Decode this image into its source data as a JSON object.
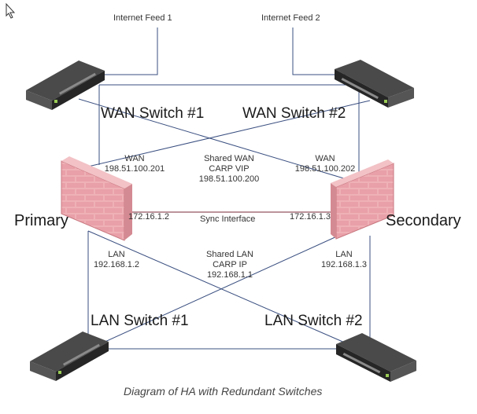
{
  "internet": {
    "feed1": "Internet Feed 1",
    "feed2": "Internet Feed 2"
  },
  "switches": {
    "wan1": "WAN Switch #1",
    "wan2": "WAN Switch #2",
    "lan1": "LAN Switch #1",
    "lan2": "LAN Switch #2"
  },
  "firewalls": {
    "primary": "Primary",
    "secondary": "Secondary"
  },
  "wan": {
    "primary_label": "WAN",
    "primary_ip": "198.51.100.201",
    "secondary_label": "WAN",
    "secondary_ip": "198.51.100.202",
    "shared_line1": "Shared WAN",
    "shared_line2": "CARP VIP",
    "shared_ip": "198.51.100.200"
  },
  "sync": {
    "primary_ip": "172.16.1.2",
    "label": "Sync Interface",
    "secondary_ip": "172.16.1.3"
  },
  "lan": {
    "primary_label": "LAN",
    "primary_ip": "192.168.1.2",
    "secondary_label": "LAN",
    "secondary_ip": "192.168.1.3",
    "shared_line1": "Shared LAN",
    "shared_line2": "CARP IP",
    "shared_ip": "192.168.1.1"
  },
  "caption": "Diagram of HA with Redundant Switches",
  "colors": {
    "line": "#3a4f80",
    "sync_line": "#7a2a3a",
    "brick": "#e8a2a9",
    "mortar": "#c87880",
    "device": "#2e2e2e"
  }
}
